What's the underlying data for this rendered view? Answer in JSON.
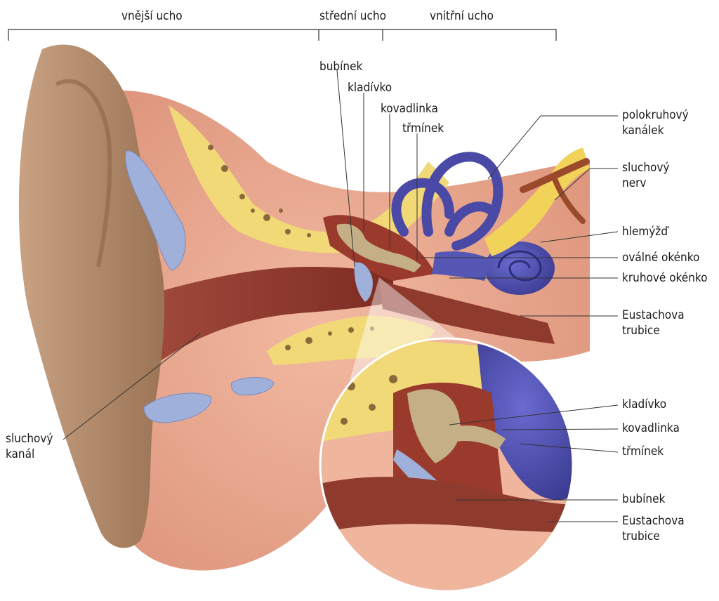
{
  "sections": {
    "outer_ear": "vnější ucho",
    "middle_ear": "střední ucho",
    "inner_ear": "vnitřní ucho"
  },
  "labels_top": {
    "eardrum": "bubínek",
    "malleus": "kladívko",
    "incus": "kovadlinka",
    "stapes": "třmínek"
  },
  "labels_right": {
    "semicircular_canal": [
      "polokruhový",
      "kanálek"
    ],
    "auditory_nerve": [
      "sluchový",
      "nerv"
    ],
    "cochlea": "hlemýžď",
    "oval_window": "oválné okénko",
    "round_window": "kruhové okénko",
    "eustachian_tube": [
      "Eustachova",
      "trubice"
    ]
  },
  "labels_left": {
    "ear_canal": [
      "sluchový",
      "kanál"
    ]
  },
  "labels_inset": {
    "malleus": "kladívko",
    "incus": "kovadlinka",
    "stapes": "třmínek",
    "eardrum": "bubínek",
    "eustachian_tube": [
      "Eustachova",
      "trubice"
    ]
  },
  "colors": {
    "skin": "#e9a98f",
    "pinna": "#b68e6e",
    "canal": "#8e3b2e",
    "bone": "#f2d978",
    "cartilage": "#9fb0db",
    "inner_ear": "#4a4aa6",
    "ossicles": "#b9a57e",
    "nerve": "#f2d35a"
  }
}
